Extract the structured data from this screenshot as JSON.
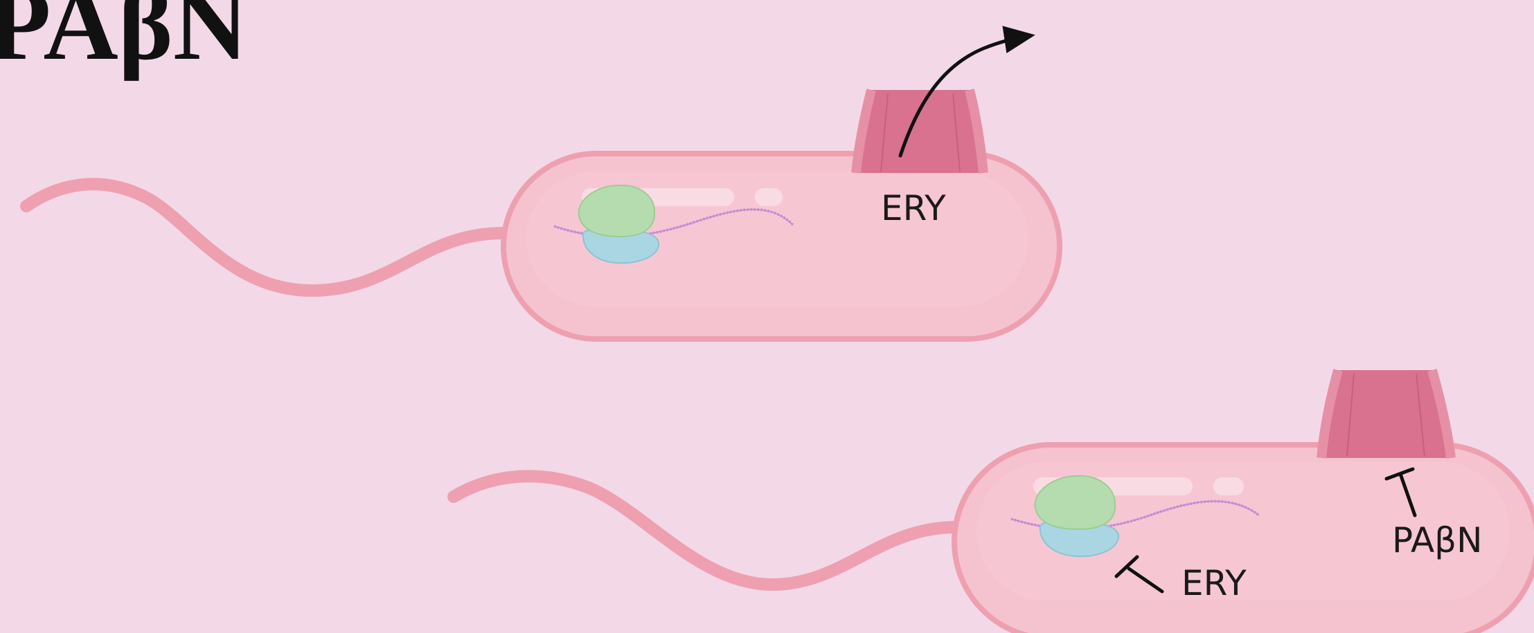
{
  "title": "PAβN",
  "labels": {
    "top_cell_pump": "ERY",
    "bottom_cell_ribosome": "ERY",
    "bottom_cell_pump": "PAβN"
  },
  "colors": {
    "background": "#f3d9e8",
    "cell_fill": "#f5c3cf",
    "cell_outline": "#eea0b0",
    "flagellum": "#eea0b0",
    "efflux_pump": "#d9728f",
    "ribosome_large": "#b5dcae",
    "ribosome_small": "#a9d6e2",
    "mrna": "#c78bd3",
    "arrow": "#111111"
  },
  "icons": [
    "efflux-pump-icon",
    "ribosome-icon",
    "mrna-strand-icon",
    "export-arrow-icon",
    "inhibition-bar-icon",
    "flagellum-icon"
  ]
}
